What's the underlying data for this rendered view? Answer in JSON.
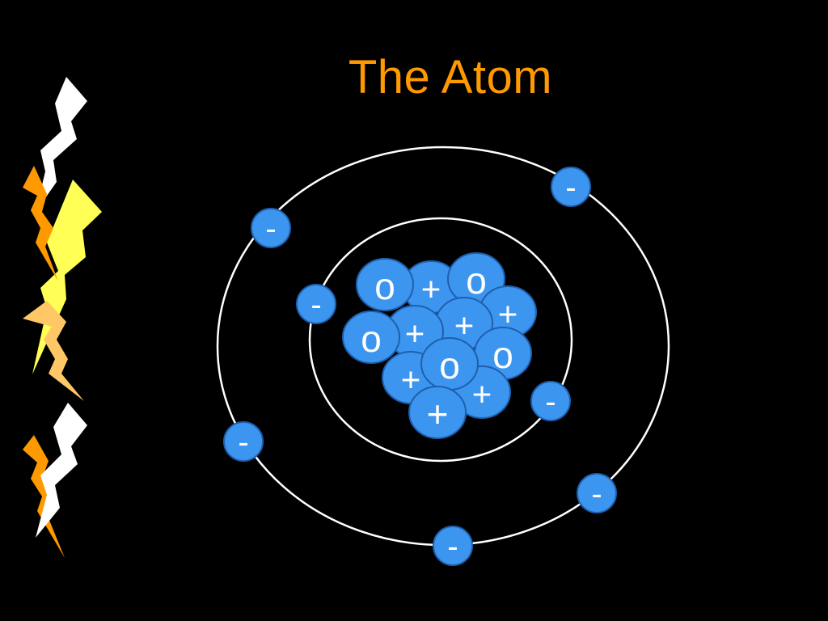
{
  "slide": {
    "title": "The Atom"
  },
  "colors": {
    "background": "#000000",
    "title": "#ff9900",
    "orbit": "#ffffff",
    "particle_fill": "#3c95ee",
    "particle_stroke": "#1f5fae",
    "bolt_white": "#ffffff",
    "bolt_orange": "#ff9900",
    "bolt_yellow": "#ffff55",
    "bolt_tan": "#ffc766"
  },
  "icons": [
    "lightning-bolt-icon"
  ],
  "atom": {
    "orbits": [
      "inner-orbit",
      "outer-orbit"
    ],
    "nucleus": [
      {
        "type": "proton",
        "label": "+"
      },
      {
        "type": "neutron",
        "label": "o"
      },
      {
        "type": "neutron",
        "label": "o"
      },
      {
        "type": "proton",
        "label": "+"
      },
      {
        "type": "proton",
        "label": "+"
      },
      {
        "type": "proton",
        "label": "+"
      },
      {
        "type": "neutron",
        "label": "o"
      },
      {
        "type": "proton",
        "label": "+"
      },
      {
        "type": "neutron",
        "label": "o"
      },
      {
        "type": "proton",
        "label": "+"
      },
      {
        "type": "neutron",
        "label": "o"
      },
      {
        "type": "proton",
        "label": "+"
      }
    ],
    "electrons": [
      {
        "orbit": "outer",
        "label": "-"
      },
      {
        "orbit": "outer",
        "label": "-"
      },
      {
        "orbit": "outer",
        "label": "-"
      },
      {
        "orbit": "outer",
        "label": "-"
      },
      {
        "orbit": "outer",
        "label": "-"
      },
      {
        "orbit": "inner",
        "label": "-"
      },
      {
        "orbit": "inner",
        "label": "-"
      }
    ]
  }
}
